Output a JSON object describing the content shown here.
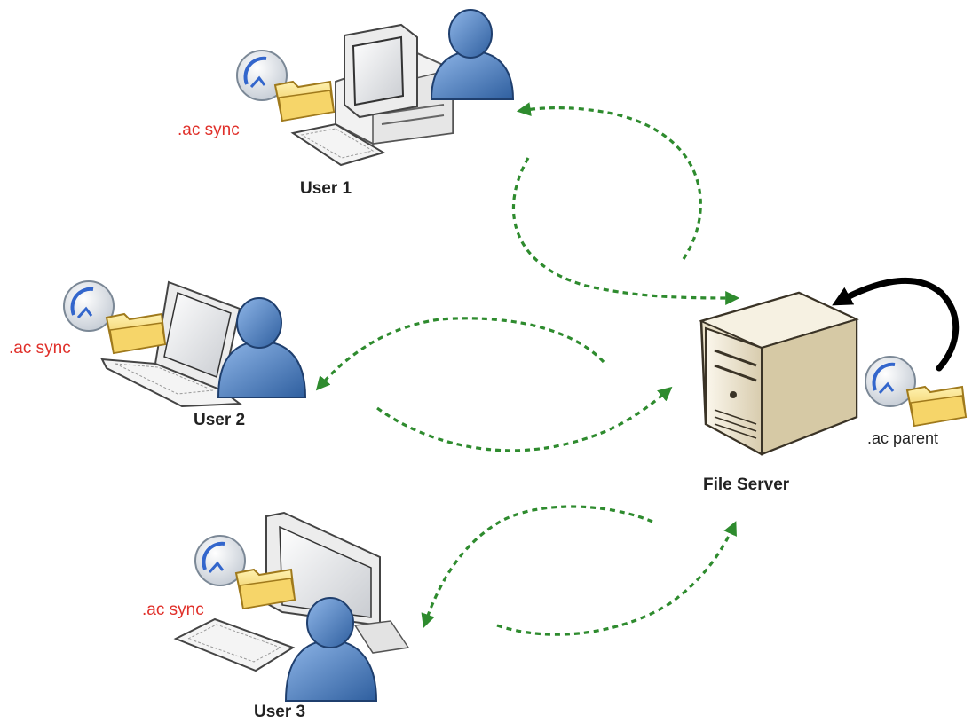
{
  "nodes": {
    "user1": {
      "label": "User 1",
      "tag": ".ac sync",
      "device": "desktop-computer-icon"
    },
    "user2": {
      "label": "User 2",
      "tag": ".ac sync",
      "device": "laptop-icon"
    },
    "user3": {
      "label": "User 3",
      "tag": ".ac sync",
      "device": "flat-monitor-icon"
    },
    "server": {
      "label": "File Server",
      "tag": ".ac parent",
      "device": "server-tower-icon"
    }
  },
  "colors": {
    "sync_text": "#e0302a",
    "flow_arrows": "#2e8b2e",
    "self_arrow": "#000000",
    "user_figure": "#4a7fc1",
    "folder": "#f2cf5b"
  },
  "icons": [
    "sync-badge-icon",
    "folder-icon",
    "user-figure-icon",
    "keyboard-icon"
  ]
}
